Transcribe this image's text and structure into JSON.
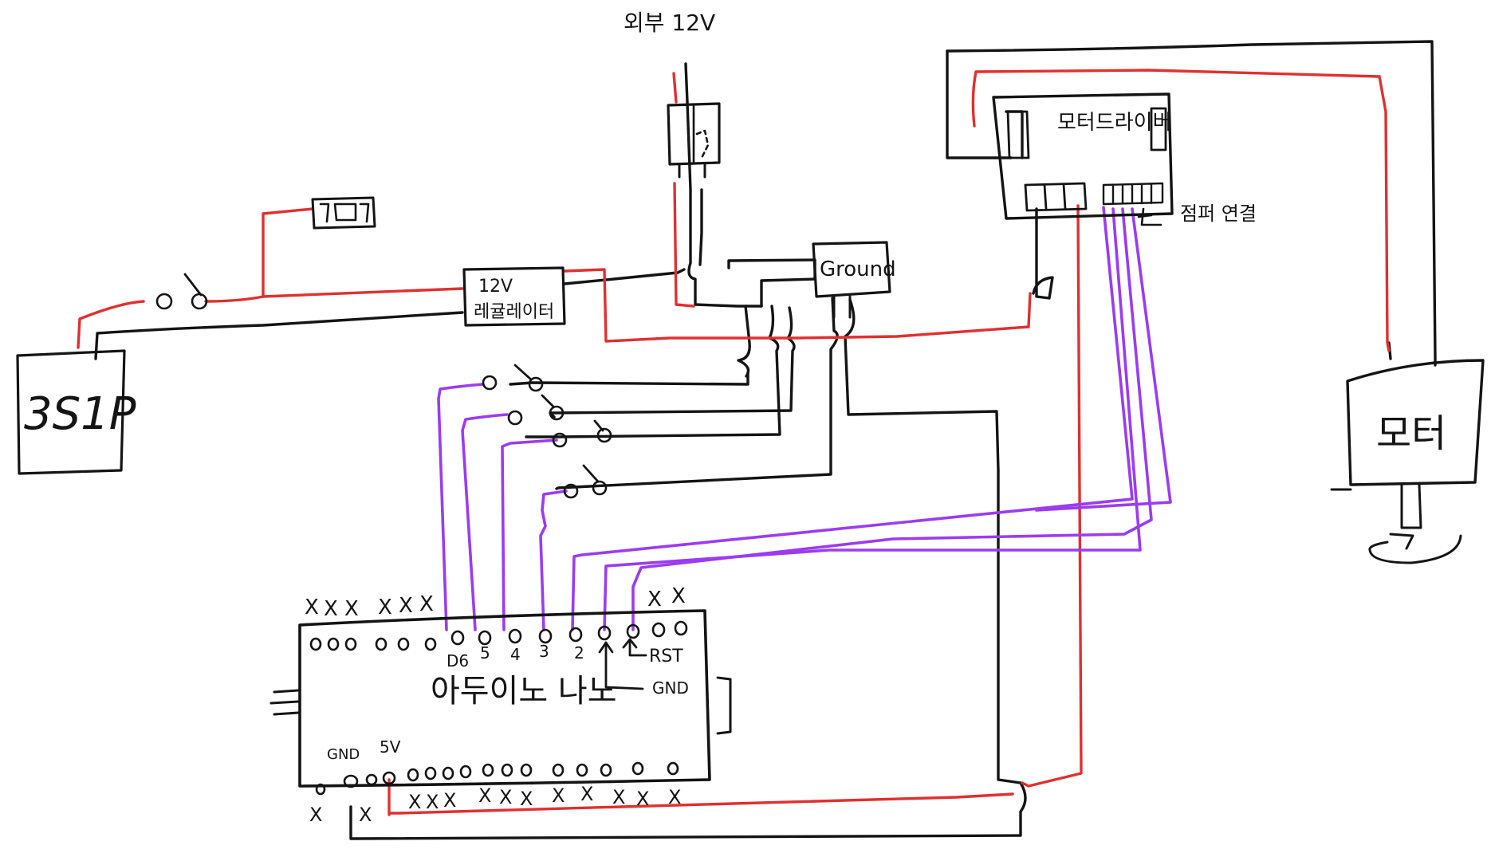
{
  "colors": {
    "black": "#141414",
    "red": "#e03030",
    "purple": "#9b3cf0",
    "background": "#ffffff"
  },
  "labels": {
    "external_power": "외부 12V",
    "battery": "3S1P",
    "regulator_line1": "12V",
    "regulator_line2": "레귤레이터",
    "ground_block": "Ground",
    "motor_driver": "모터드라이버",
    "jumper_note": "점퍼 연결",
    "motor": "모터",
    "arduino_name": "아두이노 나노",
    "pin_d6": "D6",
    "pin_5": "5",
    "pin_4": "4",
    "pin_3": "3",
    "pin_2": "2",
    "pin_rst": "RST",
    "pin_gnd_top": "GND",
    "pin_gnd_bottom": "GND",
    "pin_5v": "5V",
    "unused_mark": "X"
  }
}
